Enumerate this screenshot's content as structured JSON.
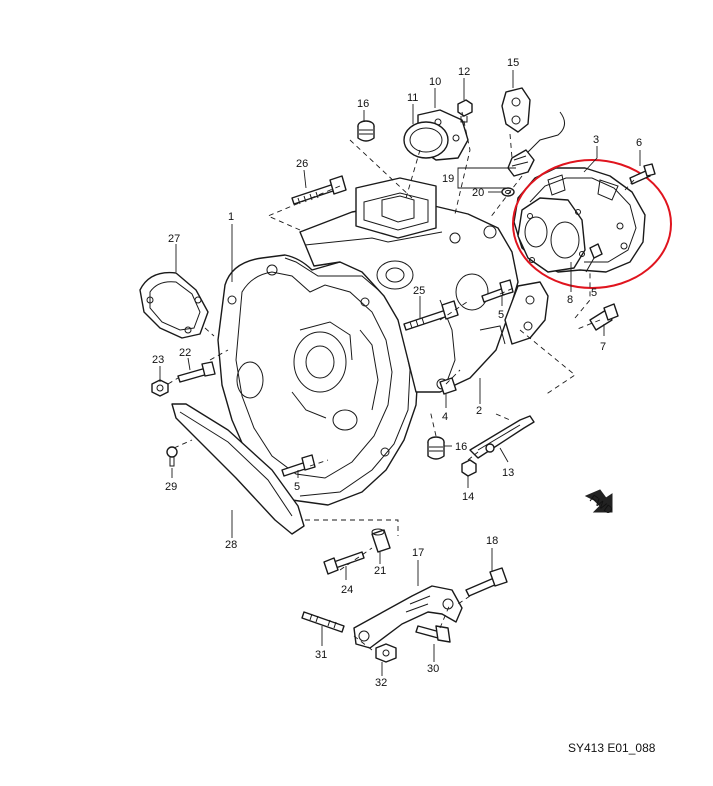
{
  "diagram": {
    "drawing_code": "SY413 E01_088",
    "highlight_color": "#e0141e",
    "fwd_label": "FWD",
    "callouts": {
      "c1": "1",
      "c2": "2",
      "c3": "3",
      "c4": "4",
      "c5a": "5",
      "c5b": "5",
      "c5c": "5",
      "c6": "6",
      "c7": "7",
      "c8": "8",
      "c10": "10",
      "c11": "11",
      "c12": "12",
      "c13": "13",
      "c14": "14",
      "c15": "15",
      "c16a": "16",
      "c16b": "16",
      "c17": "17",
      "c18": "18",
      "c19": "19",
      "c20": "20",
      "c21": "21",
      "c22": "22",
      "c23": "23",
      "c24": "24",
      "c25": "25",
      "c26": "26",
      "c27": "27",
      "c28": "28",
      "c29": "29",
      "c30": "30",
      "c31": "31",
      "c32": "32"
    }
  }
}
